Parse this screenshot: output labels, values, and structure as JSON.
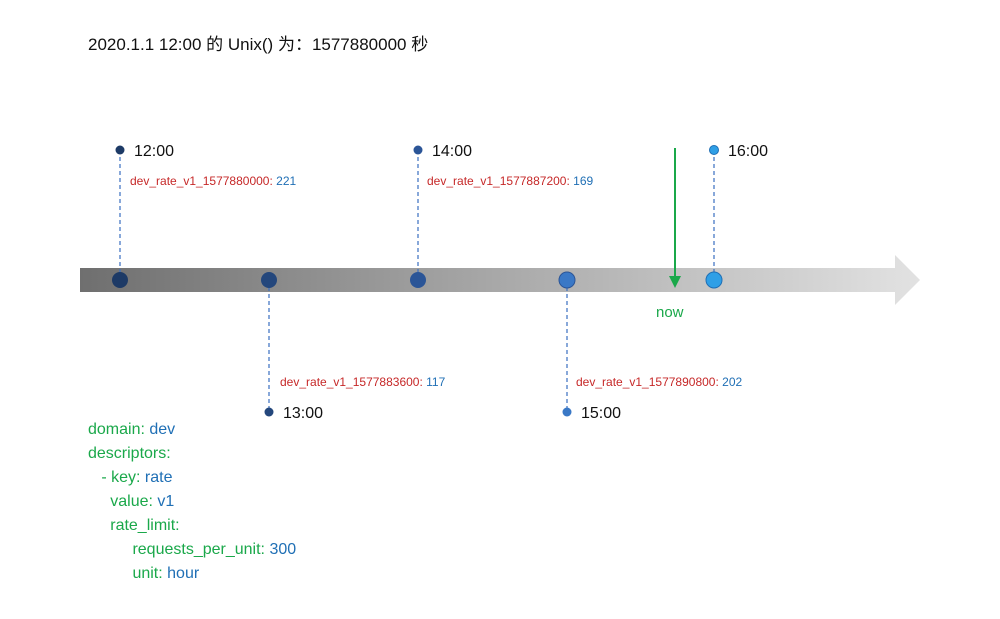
{
  "title": "2020.1.1 12:00 的 Unix() 为：1577880000 秒",
  "timeline": {
    "points": [
      {
        "time": "12:00",
        "key": "dev_rate_v1_1577880000",
        "count": "221",
        "color": "#1d3a66"
      },
      {
        "time": "13:00",
        "key": "dev_rate_v1_1577883600",
        "count": "117",
        "color": "#24477c"
      },
      {
        "time": "14:00",
        "key": "dev_rate_v1_1577887200",
        "count": "169",
        "color": "#2b5597"
      },
      {
        "time": "15:00",
        "key": "dev_rate_v1_1577890800",
        "count": "202",
        "color": "#3a78c6"
      },
      {
        "time": "16:00",
        "key": "",
        "count": "",
        "color": "#2f9fe6"
      }
    ],
    "now_label": "now",
    "now_color": "#1aa84a"
  },
  "config": {
    "domain_key": "domain:",
    "domain_value": "dev",
    "descriptors_key": "descriptors:",
    "item_key": "- key:",
    "item_key_value": "rate",
    "value_key": "value:",
    "value_value": "v1",
    "rate_limit_key": "rate_limit:",
    "rpu_key": "requests_per_unit:",
    "rpu_value": "300",
    "unit_key": "unit:",
    "unit_value": "hour"
  }
}
